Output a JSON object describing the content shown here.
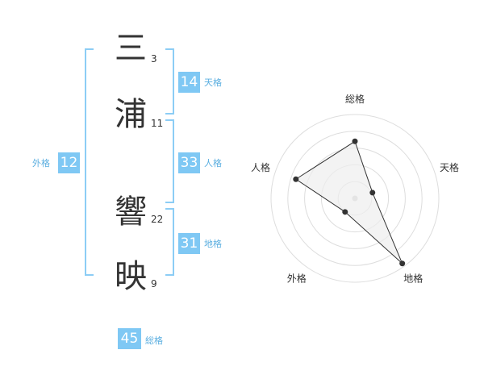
{
  "name_chars": [
    {
      "char": "三",
      "strokes": "3"
    },
    {
      "char": "浦",
      "strokes": "11"
    },
    {
      "char": "響",
      "strokes": "22"
    },
    {
      "char": "映",
      "strokes": "9"
    }
  ],
  "fortunes": {
    "tenkaku": {
      "value": "14",
      "label": "天格"
    },
    "jinkaku": {
      "value": "33",
      "label": "人格"
    },
    "chikaku": {
      "value": "31",
      "label": "地格"
    },
    "gaikaku": {
      "value": "12",
      "label": "外格"
    },
    "soukaku": {
      "value": "45",
      "label": "総格"
    }
  },
  "chart_data": {
    "type": "radar",
    "axes": [
      "総格",
      "天格",
      "地格",
      "外格",
      "人格"
    ],
    "values": [
      3.4,
      1.1,
      4.8,
      1.0,
      3.7
    ],
    "max": 5,
    "rings": 5,
    "colors": {
      "fill": "#eeeeee",
      "line": "#333333",
      "grid": "#dddddd",
      "center": "#cccccc"
    }
  }
}
